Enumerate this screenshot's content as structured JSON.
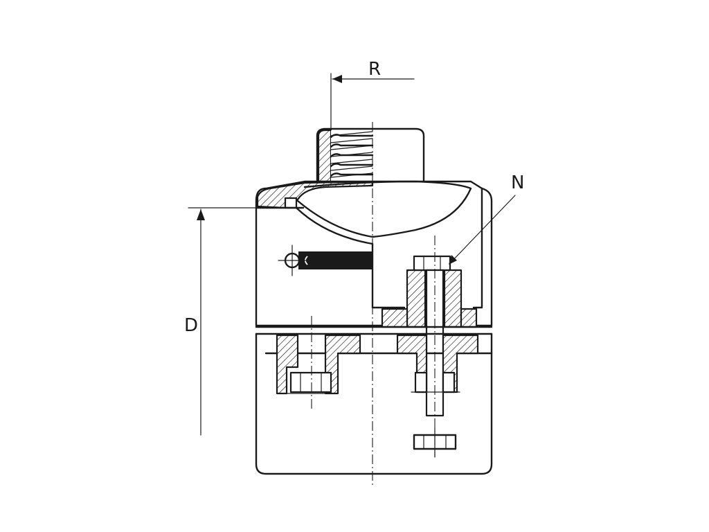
{
  "diagram": {
    "labels": {
      "r": "R",
      "n": "N",
      "d": "D"
    },
    "line_color": "#1a1a1a",
    "background": "#ffffff"
  }
}
